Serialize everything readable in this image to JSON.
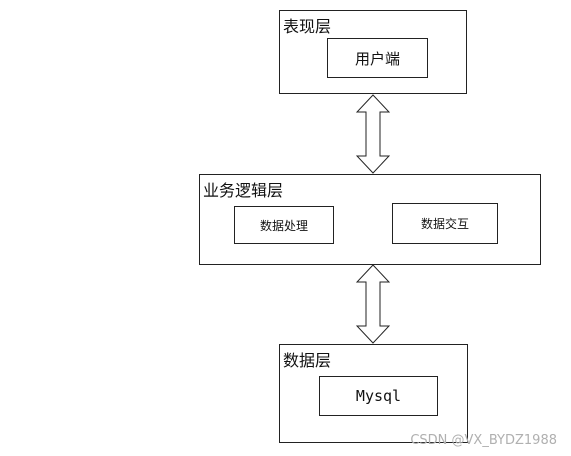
{
  "diagram": {
    "presentation_layer": {
      "title": "表现层",
      "client_box": "用户端"
    },
    "business_layer": {
      "title": "业务逻辑层",
      "data_processing_box": "数据处理",
      "data_interaction_box": "数据交互"
    },
    "data_layer": {
      "title": "数据层",
      "mysql_box": "Mysql"
    }
  },
  "watermark": "CSDN @VX_BYDZ1988",
  "colors": {
    "stroke": "#222222",
    "background": "#ffffff",
    "watermark": "#b0b0b0"
  },
  "icons": {
    "connector": "double-headed-vertical-arrow"
  }
}
